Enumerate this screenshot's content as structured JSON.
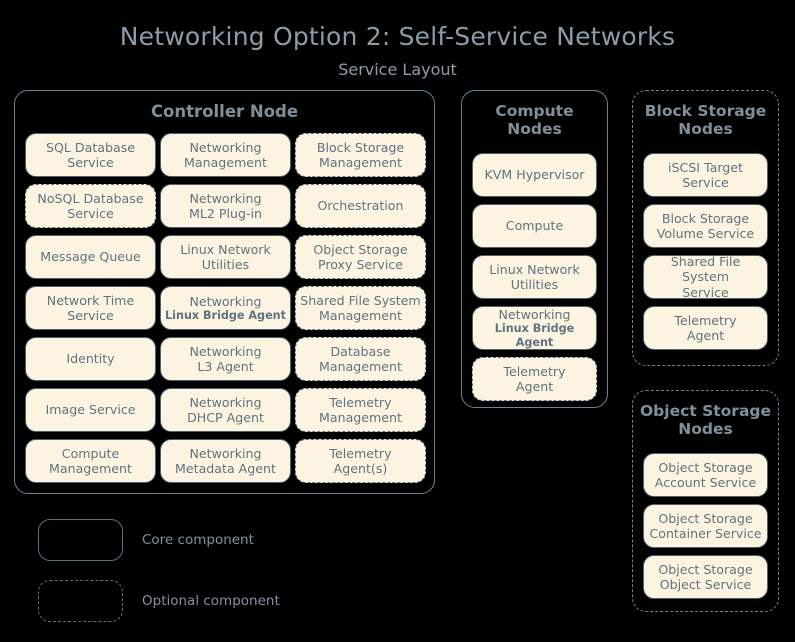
{
  "header": {
    "title": "Networking Option 2: Self-Service Networks",
    "subtitle": "Service Layout"
  },
  "colors": {
    "background": "#000000",
    "title_text": "#8d9ca9",
    "node_border": "#6e8493",
    "service_fill": "#fcf4e1",
    "service_border": "#4b6472",
    "service_text": "#5f7381"
  },
  "nodes": {
    "controller": {
      "title": "Controller Node",
      "style": "core",
      "services": [
        {
          "line1": "SQL Database",
          "line2": "Service",
          "style": "core"
        },
        {
          "line1": "Networking",
          "line2": "Management",
          "style": "core"
        },
        {
          "line1": "Block Storage",
          "line2": "Management",
          "style": "optional"
        },
        {
          "line1": "NoSQL Database",
          "line2": "Service",
          "style": "optional"
        },
        {
          "line1": "Networking",
          "line2": "ML2 Plug-in",
          "style": "core"
        },
        {
          "line1": "Orchestration",
          "line2": "",
          "style": "optional"
        },
        {
          "line1": "Message Queue",
          "line2": "",
          "style": "core"
        },
        {
          "line1": "Linux Network",
          "line2": "Utilities",
          "style": "core"
        },
        {
          "line1": "Object Storage",
          "line2": "Proxy Service",
          "style": "optional"
        },
        {
          "line1": "Network Time",
          "line2": "Service",
          "style": "core"
        },
        {
          "line1": "Networking",
          "line2": "Linux Bridge Agent",
          "style": "core",
          "small2": true
        },
        {
          "line1": "Shared File System",
          "line2": "Management",
          "style": "optional"
        },
        {
          "line1": "Identity",
          "line2": "",
          "style": "core"
        },
        {
          "line1": "Networking",
          "line2": "L3 Agent",
          "style": "core"
        },
        {
          "line1": "Database",
          "line2": "Management",
          "style": "optional"
        },
        {
          "line1": "Image Service",
          "line2": "",
          "style": "core"
        },
        {
          "line1": "Networking",
          "line2": "DHCP Agent",
          "style": "core"
        },
        {
          "line1": "Telemetry",
          "line2": "Management",
          "style": "optional"
        },
        {
          "line1": "Compute",
          "line2": "Management",
          "style": "core"
        },
        {
          "line1": "Networking",
          "line2": "Metadata Agent",
          "style": "core"
        },
        {
          "line1": "Telemetry",
          "line2": "Agent(s)",
          "style": "optional"
        }
      ]
    },
    "compute": {
      "title": "Compute Nodes",
      "style": "core",
      "services": [
        {
          "line1": "KVM Hypervisor",
          "line2": "",
          "style": "core"
        },
        {
          "line1": "Compute",
          "line2": "",
          "style": "core"
        },
        {
          "line1": "Linux Network",
          "line2": "Utilities",
          "style": "core"
        },
        {
          "line1": "Networking",
          "line2": "Linux Bridge Agent",
          "style": "core",
          "small2": true
        },
        {
          "line1": "Telemetry",
          "line2": "Agent",
          "style": "optional"
        }
      ]
    },
    "block_storage": {
      "title": "Block Storage Nodes",
      "style": "optional",
      "services": [
        {
          "line1": "iSCSI Target",
          "line2": "Service",
          "style": "core"
        },
        {
          "line1": "Block Storage",
          "line2": "Volume Service",
          "style": "core"
        },
        {
          "line1": "Shared File System",
          "line2": "Service",
          "style": "core"
        },
        {
          "line1": "Telemetry",
          "line2": "Agent",
          "style": "core"
        }
      ]
    },
    "object_storage": {
      "title": "Object Storage Nodes",
      "style": "optional",
      "services": [
        {
          "line1": "Object Storage",
          "line2": "Account Service",
          "style": "core"
        },
        {
          "line1": "Object Storage",
          "line2": "Container Service",
          "style": "core"
        },
        {
          "line1": "Object Storage",
          "line2": "Object Service",
          "style": "core"
        }
      ]
    }
  },
  "legend": {
    "core_label": "Core component",
    "optional_label": "Optional component"
  }
}
